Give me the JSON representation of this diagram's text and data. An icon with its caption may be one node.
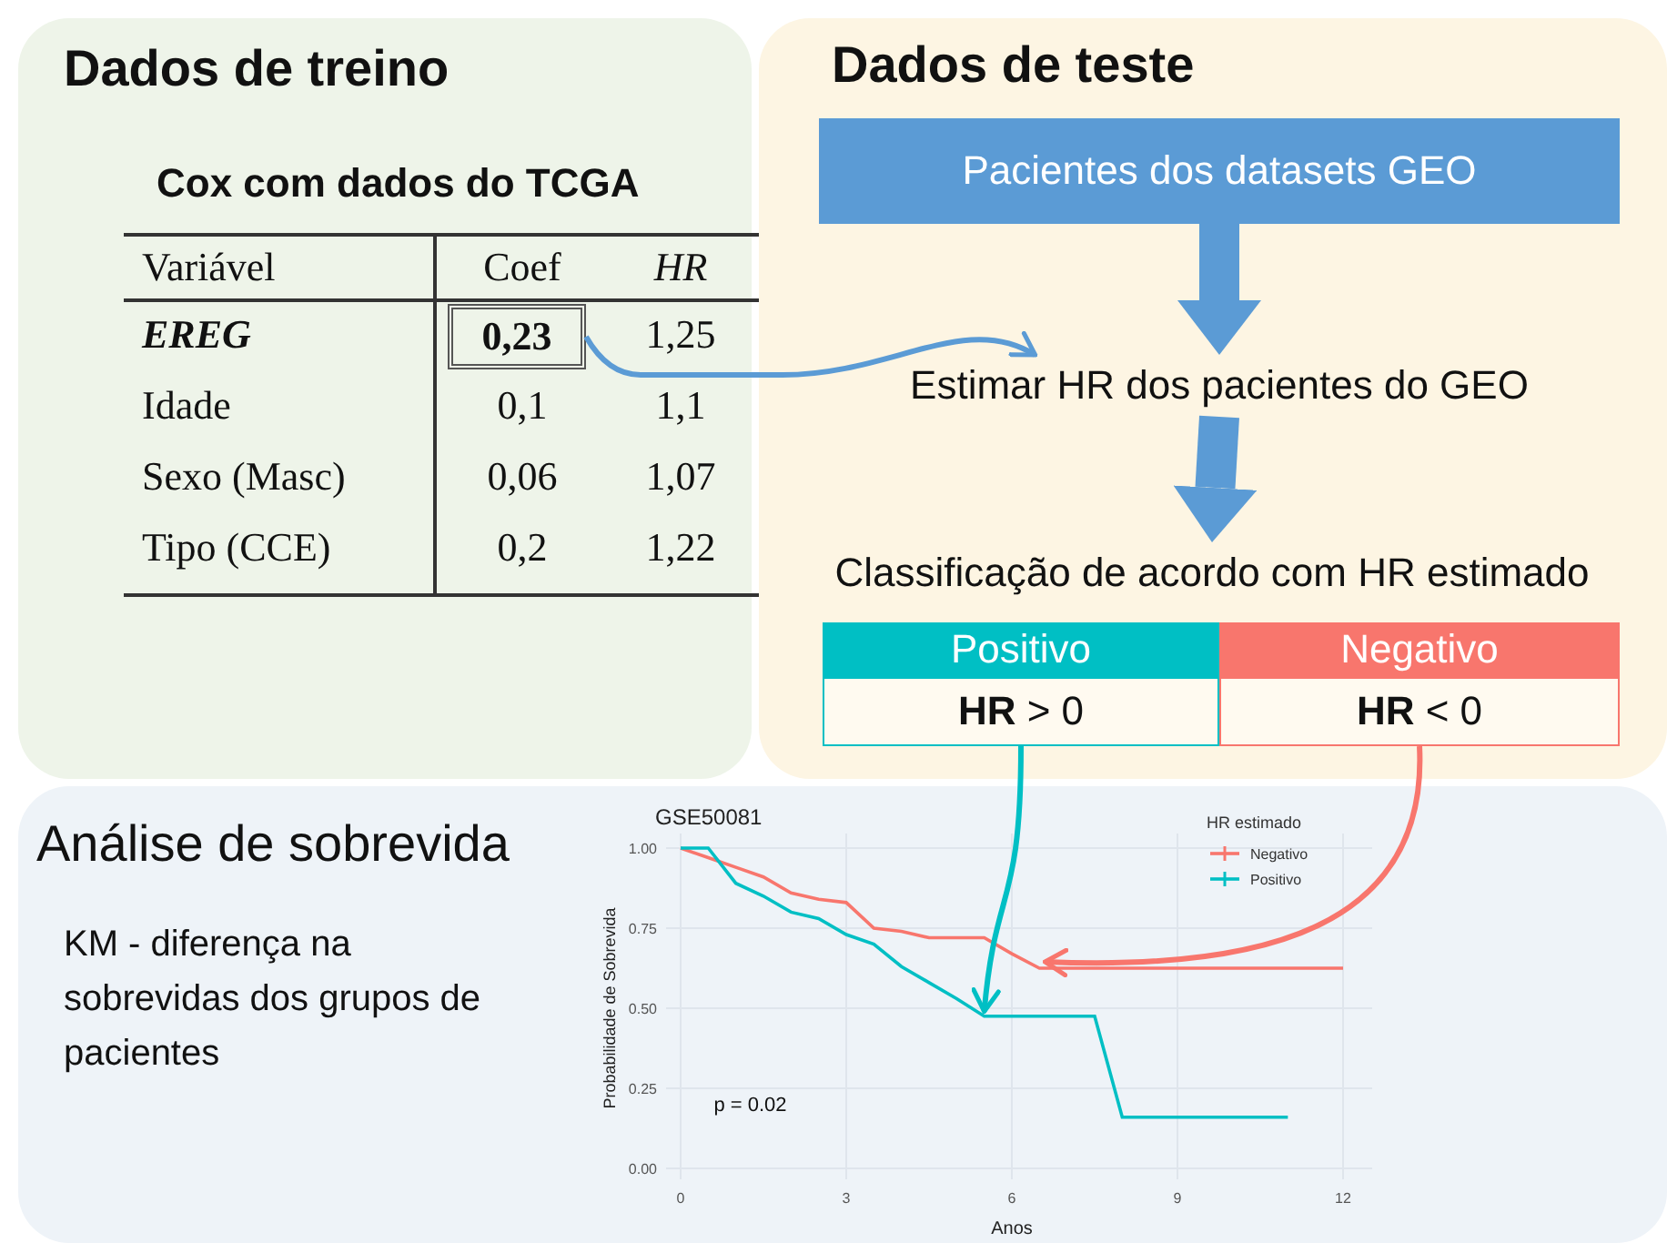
{
  "diagram": {
    "nodes": [
      {
        "text": [
          "Dados de treino"
        ]
      },
      {
        "text": [
          "Cox com dados do TCGA"
        ],
        "in": 0
      },
      {
        "text": [
          "0,23"
        ],
        "in": 1
      },
      {
        "text": [
          "Dados de teste"
        ]
      },
      {
        "text": [
          "Pacientes dos datasets GEO"
        ],
        "in": 3
      },
      {
        "text": [
          "Estimar HR dos pacientes do GEO"
        ],
        "in": 3
      },
      {
        "text": [
          "Classificação de acordo com HR estimado"
        ],
        "in": 3
      },
      {
        "text": [
          "Positivo",
          "**HR** > 0"
        ],
        "in": 3
      },
      {
        "text": [
          "Negativo",
          "**HR** < 0"
        ],
        "in": 3
      },
      {
        "text": [
          "Análise de sobrevida",
          "KM - diferença na sobrevidas dos grupos de pacientes"
        ]
      }
    ],
    "edges": [
      {
        "from": 2,
        "to": 5,
        "arrow": "to"
      },
      {
        "from": 4,
        "to": 5,
        "arrow": "to",
        "style": "thick"
      },
      {
        "from": 5,
        "to": 6,
        "arrow": "to",
        "style": "thick"
      },
      {
        "from": 7,
        "to": 9,
        "arrow": "to",
        "color": "#00bfc4"
      },
      {
        "from": 8,
        "to": 9,
        "arrow": "to",
        "color": "#f8766d"
      }
    ],
    "labels": [
      "Variável",
      "Coef",
      "HR",
      "EREG",
      "1,25",
      "Idade",
      "0,1",
      "1,1",
      "Sexo (Masc)",
      "0,06",
      "1,07",
      "Tipo (CCE)",
      "0,2",
      "1,22",
      "HR estimado"
    ],
    "chart_data": {
      "type": "line",
      "title": "GSE50081",
      "xlabel": "Anos",
      "ylabel": "Probabilidade de Sobrevida",
      "x": [
        0,
        0.5,
        1,
        1.5,
        2,
        2.5,
        3,
        3.5,
        4,
        4.5,
        5,
        5.5,
        6,
        6.5,
        7,
        7.5,
        8,
        8.5,
        9,
        9.5,
        10,
        10.5,
        11,
        11.5,
        12
      ],
      "series": [
        {
          "name": "Negativo",
          "color": "#f8766d",
          "values": [
            1,
            0.97,
            0.94,
            0.91,
            0.86,
            0.84,
            0.83,
            0.75,
            0.74,
            0.72,
            0.72,
            0.72,
            0.67,
            0.625,
            0.625,
            0.625,
            0.625,
            0.625,
            0.625,
            0.625,
            0.625,
            0.625,
            0.625,
            0.625,
            0.625
          ]
        },
        {
          "name": "Positivo",
          "color": "#00bfc4",
          "values": [
            1,
            1,
            0.89,
            0.85,
            0.8,
            0.78,
            0.73,
            0.7,
            0.63,
            0.58,
            0.53,
            0.475,
            0.475,
            0.475,
            0.475,
            0.475,
            0.16,
            0.16,
            0.16,
            0.16,
            0.16,
            0.16,
            0.16,
            null,
            null
          ]
        }
      ],
      "xlim": [
        0,
        12
      ],
      "ylim": [
        0,
        1
      ],
      "xticks": [
        0,
        3,
        6,
        9,
        12
      ],
      "yticks": [
        {
          "value": 0,
          "label": "0.00"
        },
        {
          "value": 0.25,
          "label": "0.25"
        },
        {
          "value": 0.5,
          "label": "0.50"
        },
        {
          "value": 0.75,
          "label": "0.75"
        },
        {
          "value": 1,
          "label": "1.00"
        }
      ],
      "grid": true,
      "legend": true,
      "annotations": [
        "p = 0.02"
      ]
    }
  }
}
